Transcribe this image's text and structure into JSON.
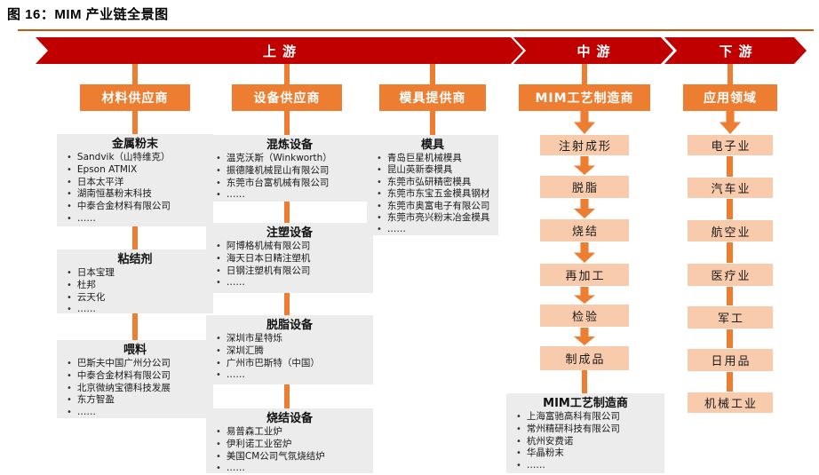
{
  "title": "图 16：MIM 产业链全景图",
  "banner": {
    "segments": [
      {
        "label": "上游"
      },
      {
        "label": "中游"
      },
      {
        "label": "下游"
      }
    ]
  },
  "columns": [
    {
      "header": "材料供应商",
      "boxes": [
        {
          "title": "金属粉末",
          "items": [
            "Sandvik（山特维克）",
            "Epson ATMIX",
            "日本太平洋",
            "湖南恒基粉末科技",
            "中泰合金材料有限公司",
            "……"
          ]
        },
        {
          "title": "粘结剂",
          "items": [
            "日本宝理",
            "杜邦",
            "云天化",
            "……"
          ]
        },
        {
          "title": "喂料",
          "items": [
            "巴斯夫中国广州分公司",
            "中泰合金材料有限公司",
            "北京微纳宝德科技发展",
            "东方智盈",
            "……"
          ]
        }
      ]
    },
    {
      "header": "设备供应商",
      "boxes": [
        {
          "title": "混炼设备",
          "items": [
            "温克沃斯（Winkworth）",
            "振德隆机械昆山有限公司",
            "东莞市台富机械有限公司",
            "……"
          ]
        },
        {
          "title": "注塑设备",
          "items": [
            "阿博格机械有限公司",
            "海天日本日精注塑机",
            "日钢注塑机有限公司",
            "……"
          ]
        },
        {
          "title": "脱脂设备",
          "items": [
            "深圳市星特烁",
            "深圳汇腾",
            "广州市巴斯特（中国）",
            "……"
          ]
        },
        {
          "title": "烧结设备",
          "items": [
            "易普森工业炉",
            "伊利诺工业窑炉",
            "美国CM公司气氛烧结炉",
            "……"
          ]
        }
      ]
    },
    {
      "header": "模具提供商",
      "boxes": [
        {
          "title": "模具",
          "items": [
            "青岛巨星机械模具",
            "昆山英新泰模具",
            "东莞市弘研精密模具",
            "东莞市东宝五金模具钢材",
            "东莞市奥富电子有限公司",
            "东莞市亮兴粉末冶金模具",
            "……"
          ]
        }
      ]
    },
    {
      "header": "MIM工艺制造商",
      "flow_steps": [
        "注射成形",
        "脱脂",
        "烧结",
        "再加工",
        "检验",
        "制成品"
      ],
      "boxes": [
        {
          "title": "MIM工艺制造商",
          "items": [
            "上海富驰高科有限公司",
            "常州精研科技有限公司",
            "杭州安费诺",
            "华晶粉末",
            "……"
          ]
        }
      ]
    },
    {
      "header": "应用领域",
      "flow_steps": [
        "电子业",
        "汽车业",
        "航空业",
        "医疗业",
        "军工",
        "日用品",
        "机械工业"
      ]
    }
  ],
  "colors": {
    "banner_red": "#C00000",
    "accent_orange": "#ED7D31",
    "flow_peach": "#F8CBAD",
    "box_gray": "#ECECEC",
    "rule_brown": "#C45911"
  }
}
